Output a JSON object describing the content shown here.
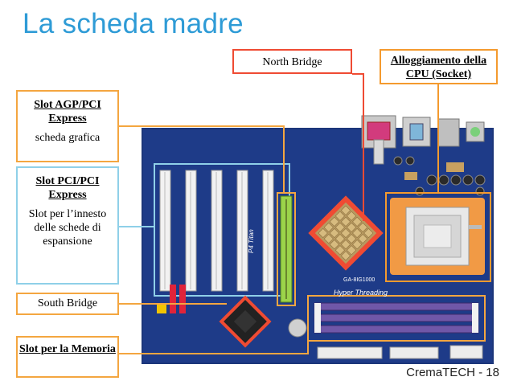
{
  "title": "La scheda madre",
  "footer": "CremaTECH - 18",
  "callouts": {
    "north_bridge": {
      "label": "North Bridge"
    },
    "cpu_socket": {
      "label": "Alloggiamento della CPU (Socket)"
    },
    "agp_slot": {
      "label": "Slot AGP/PCI Express",
      "sub": "scheda grafica"
    },
    "pci_slot": {
      "label": "Slot PCI/PCI Express",
      "sub": "Slot per l’innesto delle schede di espansione"
    },
    "south_bridge": {
      "label": "South Bridge"
    },
    "memory_slot": {
      "label": "Slot per la Memoria"
    }
  },
  "board_print": {
    "model": "GA-8IG1000",
    "feature": "Hyper Threading",
    "brand": "P4 Titan"
  },
  "colors": {
    "title": "#2e9bd6",
    "board_pcb": "#1e3b88",
    "north_bridge_line": "#ef4b33",
    "socket_line": "#f49a2e",
    "agp_line": "#f4a640",
    "pci_line": "#8fd0e8",
    "memory_line": "#f4a640"
  }
}
